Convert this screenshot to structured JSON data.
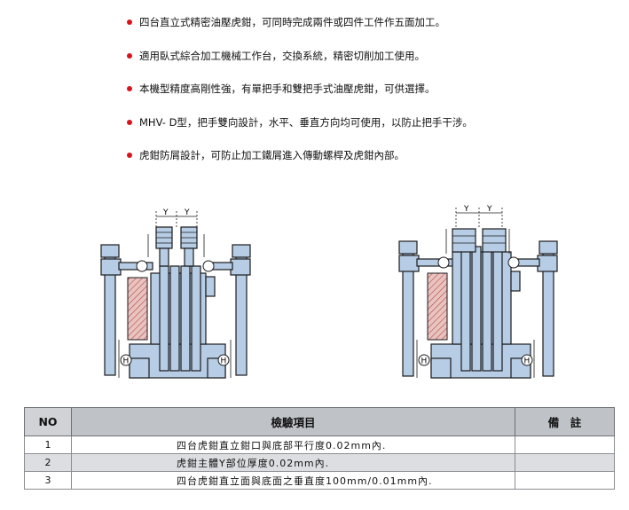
{
  "bullets": [
    "四台直立式精密油壓虎鉗，可同時完成兩件或四件工件作五面加工。",
    "適用臥式綜合加工機械工作台，交換系統，精密切削加工使用。",
    "本機型精度高剛性強，有單把手和雙把手式油壓虎鉗，可供選擇。",
    "MHV- D型，把手雙向設計，水平、垂直方向均可使用，以防止把手干涉。",
    "虎鉗防屑設計，可防止加工鐵屑進入傳動螺桿及虎鉗內部。"
  ],
  "diagram": {
    "dimension_label_y": "Y",
    "height_marker": "H"
  },
  "table": {
    "headers": [
      "NO",
      "檢驗項目",
      "備　註"
    ],
    "rows": [
      {
        "no": "1",
        "item": "四台虎鉗直立鉗口與底部平行度0.02mm內.",
        "note": ""
      },
      {
        "no": "2",
        "item": "虎鉗主體Y部位厚度0.02mm內.",
        "note": ""
      },
      {
        "no": "3",
        "item": "四台虎鉗直立面與底面之垂直度100mm/0.01mm內.",
        "note": ""
      }
    ]
  },
  "colors": {
    "bullet": "#d8141b",
    "machine_fill": "#b7cde6",
    "machine_stroke": "#1b1b1b",
    "hatch_fill": "#e9c3c0",
    "header_fill": "#bfc2c6"
  }
}
